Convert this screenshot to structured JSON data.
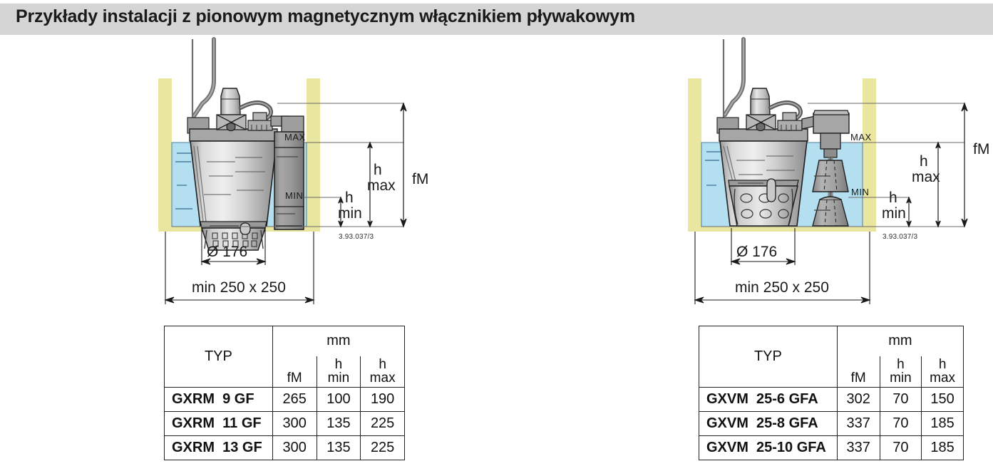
{
  "header": {
    "title": "Przykłady instalacji z pionowym magnetycznym włącznikiem pływakowym",
    "band_color": "#d5d5d5"
  },
  "colors": {
    "water": "#b4dff1",
    "wall": "#e9e6a0",
    "metal_light": "#d8d8d8",
    "metal_mid": "#b0b0b0",
    "metal_dark": "#8f8f8f",
    "line": "#1a1a1a"
  },
  "diagrams": [
    {
      "id": "left-diagram",
      "reference_code": "3.93.037/3",
      "float_switch_type": "side-mounted-vertical-magnetic",
      "labels": {
        "max": "MAX",
        "min": "MIN",
        "fm": "fM",
        "h_max_line1": "h",
        "h_max_line2": "max",
        "h_min_line1": "h",
        "h_min_line2": "min",
        "diameter": "Ø 176",
        "pit_size": "min 250 x 250"
      }
    },
    {
      "id": "right-diagram",
      "reference_code": "3.93.037/3",
      "float_switch_type": "vertical-magnetic-float-rod",
      "labels": {
        "max": "MAX",
        "min": "MIN",
        "fm": "fM",
        "h_max_line1": "h",
        "h_max_line2": "max",
        "h_min_line1": "h",
        "h_min_line2": "min",
        "diameter": "Ø 176",
        "pit_size": "min 250 x 250"
      }
    }
  ],
  "tables": [
    {
      "id": "left-table",
      "col_type": "TYP",
      "unit_header": "mm",
      "sub_headers": [
        {
          "line1": "fM",
          "line2": ""
        },
        {
          "line1": "h",
          "line2": "min"
        },
        {
          "line1": "h",
          "line2": "max"
        }
      ],
      "rows": [
        {
          "type": "GXRM  9 GF",
          "fM": "265",
          "h_min": "100",
          "h_max": "190"
        },
        {
          "type": "GXRM  11 GF",
          "fM": "300",
          "h_min": "135",
          "h_max": "225"
        },
        {
          "type": "GXRM  13 GF",
          "fM": "300",
          "h_min": "135",
          "h_max": "225"
        }
      ]
    },
    {
      "id": "right-table",
      "col_type": "TYP",
      "unit_header": "mm",
      "sub_headers": [
        {
          "line1": "fM",
          "line2": ""
        },
        {
          "line1": "h",
          "line2": "min"
        },
        {
          "line1": "h",
          "line2": "max"
        }
      ],
      "rows": [
        {
          "type": "GXVM  25-6 GFA",
          "fM": "302",
          "h_min": "70",
          "h_max": "150"
        },
        {
          "type": "GXVM  25-8 GFA",
          "fM": "337",
          "h_min": "70",
          "h_max": "185"
        },
        {
          "type": "GXVM  25-10 GFA",
          "fM": "337",
          "h_min": "70",
          "h_max": "185"
        }
      ]
    }
  ]
}
